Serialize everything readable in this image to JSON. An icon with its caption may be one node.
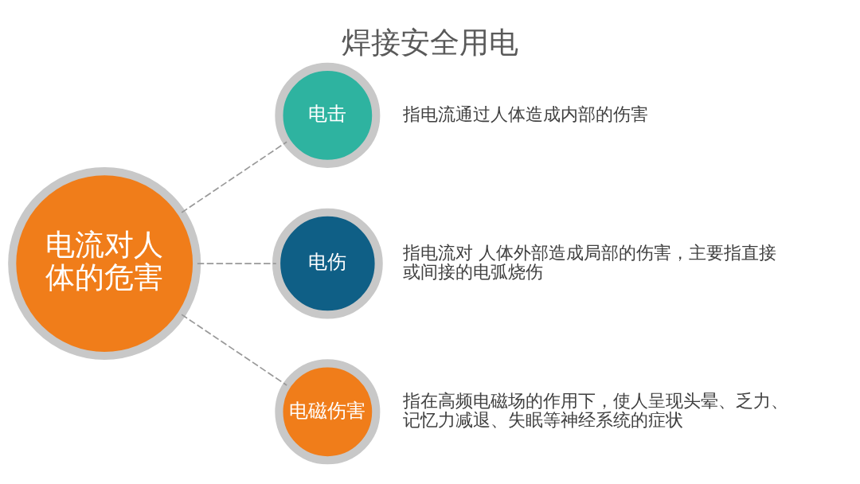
{
  "diagram": {
    "title": "焊接安全用电",
    "nodes": [
      {
        "text": [
          "电流对人体的危害"
        ]
      },
      {
        "text": [
          "电击"
        ],
        "beside": [
          "指电流通过人体造成内部的伤害"
        ]
      },
      {
        "text": [
          "电伤"
        ],
        "beside": [
          "指电流对 人体外部造成局部的伤害，主要指直接或间接的电弧烧伤"
        ]
      },
      {
        "text": [
          "电磁伤害"
        ],
        "beside": [
          "指在高频电磁场的作用下，使人呈现头晕、乏力、记忆力减退、失眠等神经系统的症状"
        ]
      }
    ],
    "edges": [
      {
        "from": 0,
        "to": 1,
        "arrow": "none",
        "style": "dashed"
      },
      {
        "from": 0,
        "to": 2,
        "arrow": "none",
        "style": "dashed"
      },
      {
        "from": 0,
        "to": 3,
        "arrow": "none",
        "style": "dashed"
      }
    ]
  }
}
